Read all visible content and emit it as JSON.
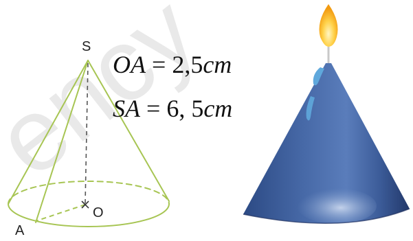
{
  "figure": {
    "geometry": {
      "apex_label": "S",
      "center_label": "O",
      "base_point_label": "A"
    },
    "formulas": [
      {
        "lhs": "OA",
        "eq": "=",
        "num": "2,5",
        "unit": "cm"
      },
      {
        "lhs": "SA",
        "eq": "=",
        "num": "6, 5",
        "unit": "cm"
      }
    ],
    "watermark": {
      "text": "ency"
    }
  },
  "colors": {
    "cone_outline": "#a7c553",
    "cone_dark": "#2f4d86",
    "cone_light": "#7f9ccc",
    "flame": "#f7b21b",
    "wax_drip": "#5fa8dc"
  },
  "icons": {
    "flame": "flame-icon",
    "candle": "candle-icon",
    "wax_drip": "wax-drip-icon"
  }
}
